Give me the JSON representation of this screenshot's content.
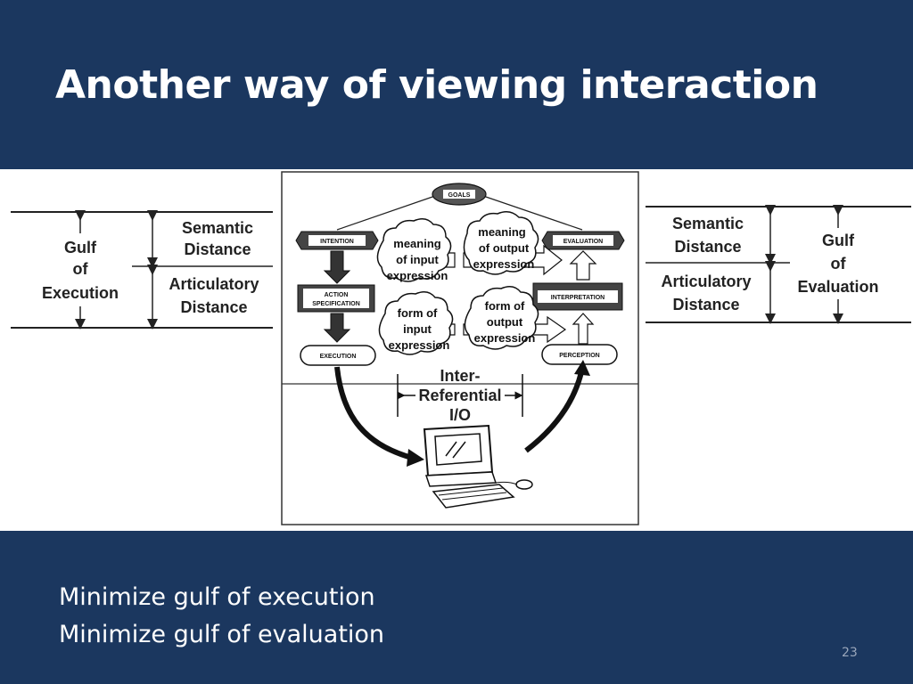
{
  "slide": {
    "title": "Another way of viewing interaction",
    "bullets": [
      "Minimize gulf of execution",
      "Minimize gulf of evaluation"
    ],
    "page_number": "23",
    "colors": {
      "header_bg": "#1b375f",
      "footer_bg": "#1b375f",
      "text": "#ffffff"
    }
  },
  "diagram": {
    "left_scale": {
      "gulf_lines": [
        "Gulf",
        "of",
        "Execution"
      ],
      "semantic_lines": [
        "Semantic",
        "Distance"
      ],
      "articulatory_lines": [
        "Articulatory",
        "Distance"
      ]
    },
    "right_scale": {
      "gulf_lines": [
        "Gulf",
        "of",
        "Evaluation"
      ],
      "semantic_lines": [
        "Semantic",
        "Distance"
      ],
      "articulatory_lines": [
        "Articulatory",
        "Distance"
      ]
    },
    "center": {
      "goals": "GOALS",
      "intention": "INTENTION",
      "evaluation": "EVALUATION",
      "action_spec_lines": [
        "ACTION",
        "SPECIFICATION"
      ],
      "interpretation": "INTERPRETATION",
      "execution": "EXECUTION",
      "perception": "PERCEPTION",
      "meaning_input_lines": [
        "meaning",
        "of input",
        "expression"
      ],
      "meaning_output_lines": [
        "meaning",
        "of output",
        "expression"
      ],
      "form_input_lines": [
        "form of",
        "input",
        "expression"
      ],
      "form_output_lines": [
        "form of",
        "output",
        "expression"
      ],
      "interref_lines": [
        "Inter-",
        "Referential",
        "I/O"
      ]
    }
  }
}
